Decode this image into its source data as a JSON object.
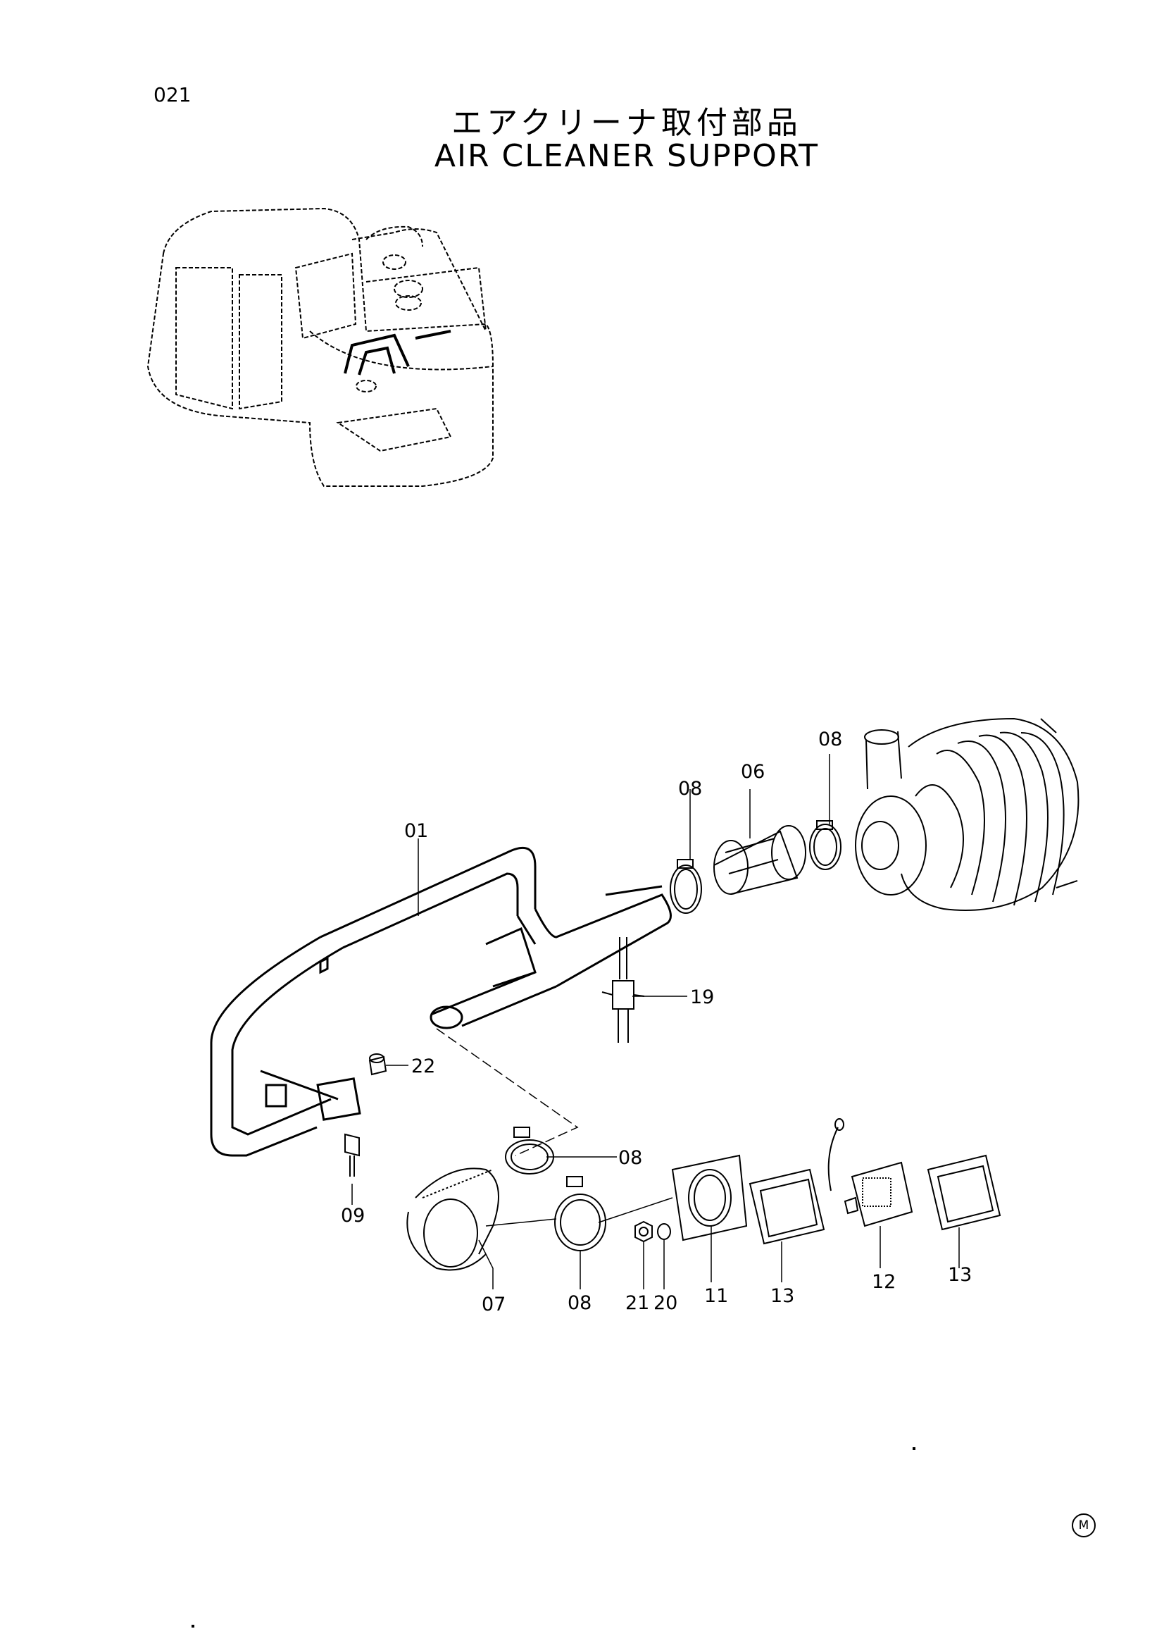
{
  "page": {
    "number": "021",
    "title_jp": "エアクリーナ取付部品",
    "title_en": "AIR CLEANER SUPPORT",
    "mark": "M"
  },
  "callouts": [
    {
      "id": "c01",
      "label": "01"
    },
    {
      "id": "c06",
      "label": "06"
    },
    {
      "id": "c07",
      "label": "07"
    },
    {
      "id": "c08a",
      "label": "08"
    },
    {
      "id": "c08b",
      "label": "08"
    },
    {
      "id": "c08c",
      "label": "08"
    },
    {
      "id": "c08d",
      "label": "08"
    },
    {
      "id": "c09",
      "label": "09"
    },
    {
      "id": "c11",
      "label": "11"
    },
    {
      "id": "c12",
      "label": "12"
    },
    {
      "id": "c13a",
      "label": "13"
    },
    {
      "id": "c13b",
      "label": "13"
    },
    {
      "id": "c19",
      "label": "19"
    },
    {
      "id": "c20",
      "label": "20"
    },
    {
      "id": "c21",
      "label": "21"
    },
    {
      "id": "c22",
      "label": "22"
    }
  ]
}
